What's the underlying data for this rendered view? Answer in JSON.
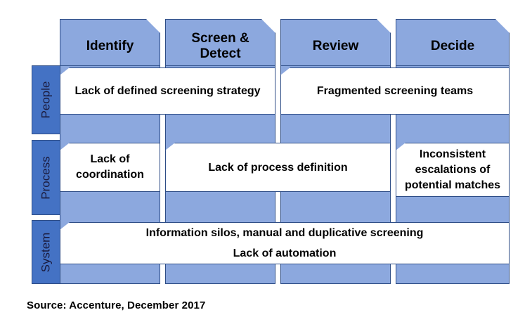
{
  "diagram": {
    "title_caption": "Source: Accenture, December 2017",
    "accent_blue": "#8CA8DE",
    "label_blue": "#4472C4",
    "border_blue": "#2E4D86",
    "background": "#FFFFFF",
    "columns": [
      {
        "label": "Identify"
      },
      {
        "label": "Screen &\nDetect"
      },
      {
        "label": "Review"
      },
      {
        "label": "Decide"
      }
    ],
    "column_labels": {
      "c0": "Identify",
      "c1_line1": "Screen &",
      "c1_line2": "Detect",
      "c2": "Review",
      "c3": "Decide"
    },
    "rows": [
      {
        "label": "People"
      },
      {
        "label": "Process"
      },
      {
        "label": "System"
      }
    ],
    "row_labels": {
      "r0": "People",
      "r1": "Process",
      "r2": "System"
    },
    "issues": {
      "people_left": "Lack of defined screening strategy",
      "people_right": "Fragmented screening teams",
      "process_identify_l1": "Lack of",
      "process_identify_l2": "coordination",
      "process_middle": "Lack of process definition",
      "process_decide_l1": "Inconsistent",
      "process_decide_l2": "escalations of",
      "process_decide_l3": "potential matches",
      "system_l1": "Information silos, manual and duplicative screening",
      "system_l2": "Lack of automation"
    }
  }
}
